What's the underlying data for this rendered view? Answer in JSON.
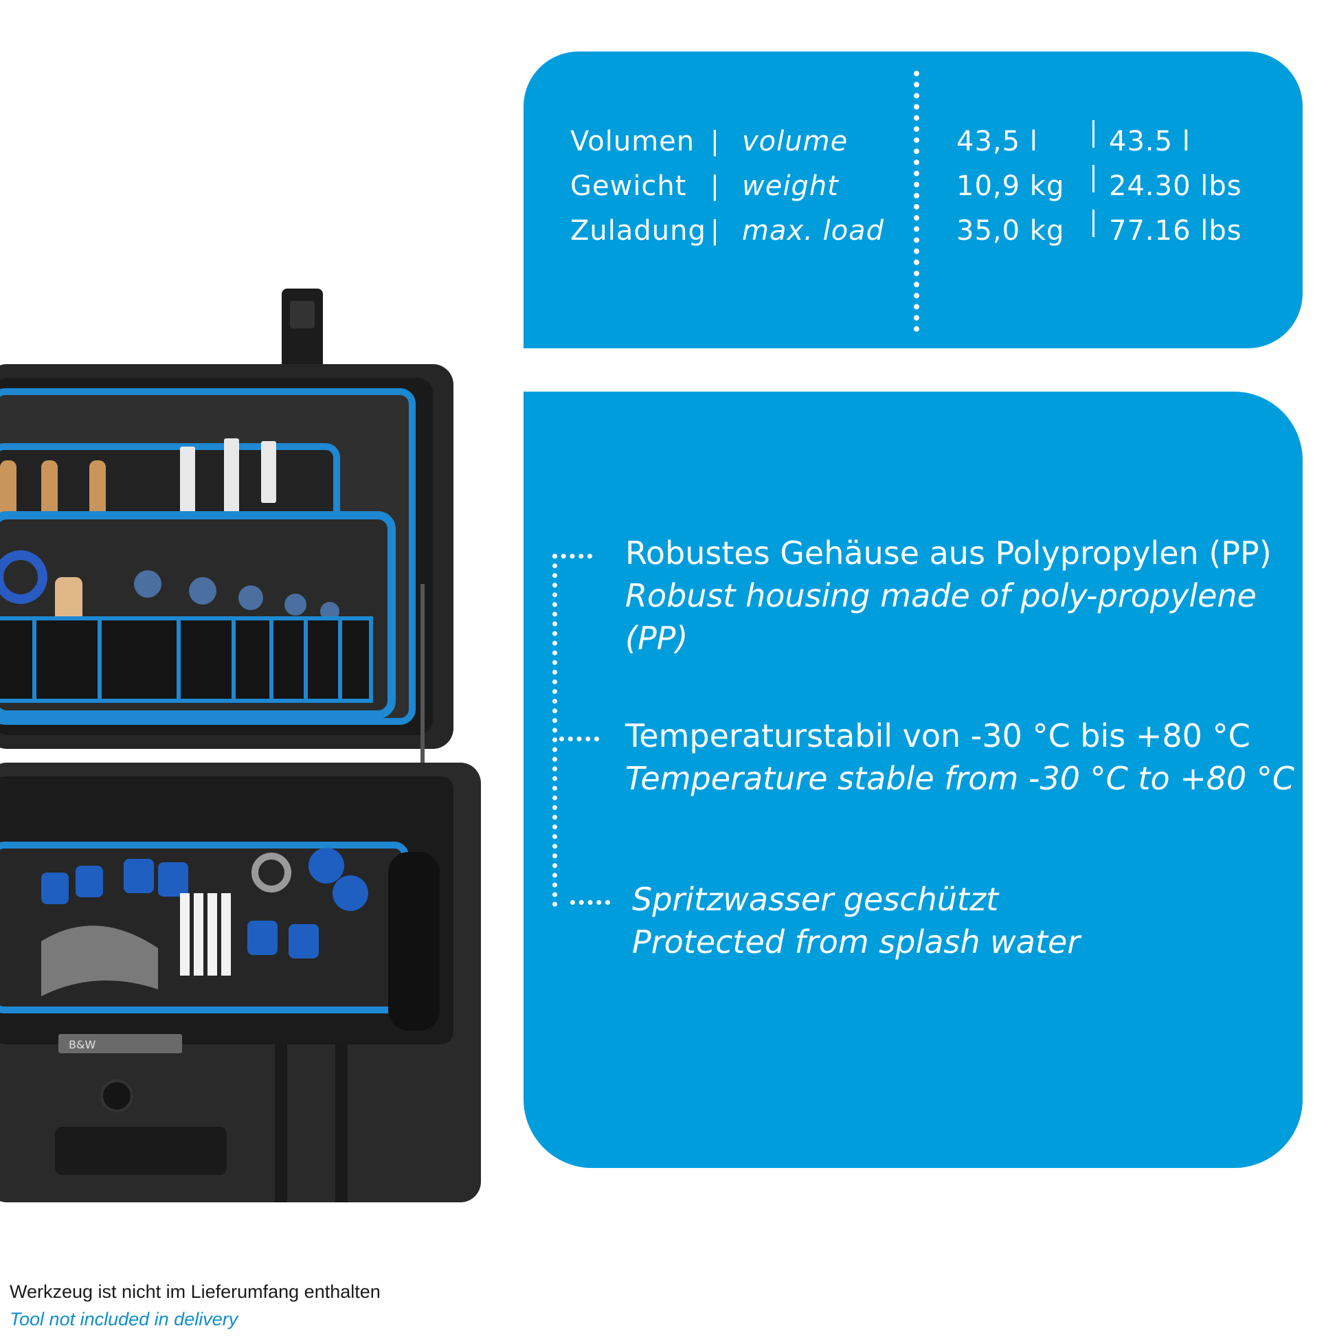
{
  "specs": {
    "rows": [
      {
        "label_de": "Volumen",
        "label_en": "volume",
        "value_metric": "43,5 l",
        "value_imperial": "43.5 l"
      },
      {
        "label_de": "Gewicht",
        "label_en": "weight",
        "value_metric": "10,9 kg",
        "value_imperial": "24.30 lbs"
      },
      {
        "label_de": "Zuladung",
        "label_en": "max. load",
        "value_metric": "35,0 kg",
        "value_imperial": "77.16 lbs"
      }
    ],
    "separator": "|"
  },
  "features": [
    {
      "de": "Robustes Gehäuse aus Polypropylen (PP)",
      "en_line1": "Robust housing made of poly-propylene",
      "en_line2": "(PP)"
    },
    {
      "de": "Temperaturstabil von -30 °C bis +80 °C",
      "en_line1": "Temperature stable from -30 °C to +80 °C"
    },
    {
      "de": "",
      "en_line1": "Spritzwasser geschützt",
      "en_line2": "Protected from splash water"
    }
  ],
  "footer": {
    "note_de": "Werkzeug ist nicht im Lieferumfang enthalten",
    "note_en": "Tool not included in delivery"
  },
  "case_brand": "B&W",
  "colors": {
    "accent": "#009ddc",
    "text_on_accent": "#ffffff",
    "footer_en": "#0d8fd1",
    "case_body": "#2b2b2b",
    "case_trim": "#1e88d2"
  }
}
